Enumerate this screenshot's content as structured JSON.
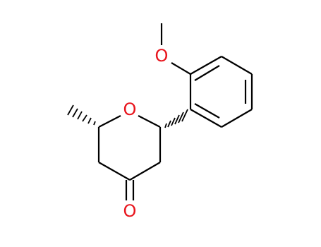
{
  "molecule": {
    "atoms": {
      "ring_oxygen": {
        "symbol": "O"
      },
      "methoxy_oxygen": {
        "symbol": "O"
      },
      "carbonyl_oxygen": {
        "symbol": "O"
      }
    },
    "colors": {
      "bond": "#000000",
      "oxygen": "#e8141c",
      "background": "#ffffff"
    }
  }
}
